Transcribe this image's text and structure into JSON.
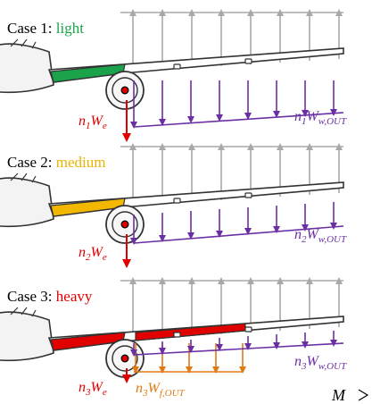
{
  "colors": {
    "lift": "#a8a8a8",
    "wing_weight": "#6a2fa3",
    "engine": "#e00000",
    "fuel": "#e07a12",
    "outline": "#333333",
    "case1_fill": "#1aa34a",
    "case2_fill": "#f2b800",
    "case3_fill": "#e00000"
  },
  "cases": [
    {
      "prefix": "Case 1: ",
      "label": "light",
      "label_color": "#1aa34a",
      "engine_label": {
        "base": "n",
        "sub1": "1",
        "mid": "W",
        "sub2": "e"
      },
      "wing_label": {
        "base": "n",
        "sub1": "1",
        "mid": "W",
        "sub2": "w,OUT"
      }
    },
    {
      "prefix": "Case 2: ",
      "label": "medium",
      "label_color": "#e8b400",
      "engine_label": {
        "base": "n",
        "sub1": "2",
        "mid": "W",
        "sub2": "e"
      },
      "wing_label": {
        "base": "n",
        "sub1": "2",
        "mid": "W",
        "sub2": "w,OUT"
      }
    },
    {
      "prefix": "Case 3: ",
      "label": "heavy",
      "label_color": "#e00000",
      "engine_label": {
        "base": "n",
        "sub1": "3",
        "mid": "W",
        "sub2": "e"
      },
      "wing_label": {
        "base": "n",
        "sub1": "3",
        "mid": "W",
        "sub2": "w,OUT"
      },
      "fuel_label": {
        "base": "n",
        "sub1": "3",
        "mid": "W",
        "sub2": "f,OUT"
      }
    }
  ],
  "corner_text": "M"
}
